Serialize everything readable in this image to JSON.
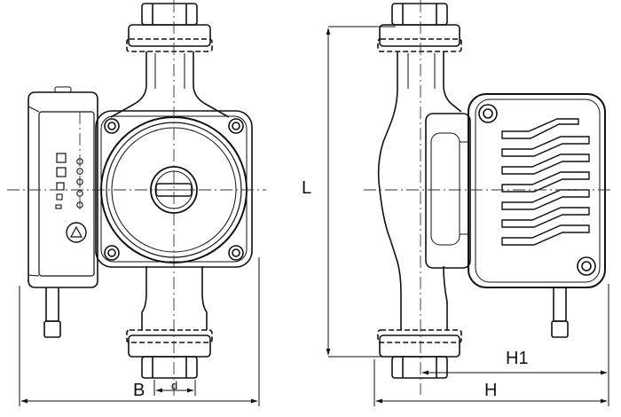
{
  "dimensions": {
    "length": "L",
    "height": "H",
    "height_to_axis": "H1",
    "width": "B",
    "diameter": "d"
  },
  "colors": {
    "line": "#111111",
    "dashed": "#333333",
    "fill": "#ffffff"
  }
}
